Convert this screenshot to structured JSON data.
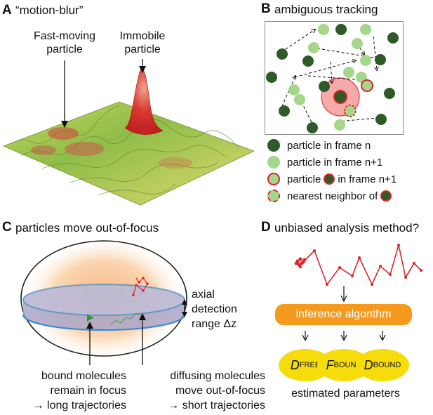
{
  "panel_a": {
    "letter": "A",
    "title": "“motion-blur”",
    "label_fast_line1": "Fast-moving",
    "label_fast_line2": "particle",
    "label_immobile_line1": "Immobile",
    "label_immobile_line2": "particle"
  },
  "panel_b": {
    "letter": "B",
    "title": "ambiguous tracking",
    "legend": {
      "item1": "particle in frame n",
      "item2": "particle in frame n+1",
      "item3_pre": "particle",
      "item3_post": "in frame n+1",
      "item4_pre": "nearest neighbor of"
    },
    "colors": {
      "dark": "#2d5a26",
      "light": "#a6d68a",
      "red": "#d8262a"
    }
  },
  "panel_c": {
    "letter": "C",
    "title": "particles move out-of-focus",
    "axial_line1": "axial",
    "axial_line2": "detection",
    "axial_line3": "range Δz",
    "bound_line1": "bound molecules",
    "bound_line2": "remain in focus",
    "bound_line3": "→ long trajectories",
    "diff_line1": "diffusing molecules",
    "diff_line2": "move out-of-focus",
    "diff_line3": "→ short trajectories"
  },
  "panel_d": {
    "letter": "D",
    "title": "unbiased analysis method?",
    "algorithm": "inference algorithm",
    "p1_main": "D",
    "p1_sub": "FREE",
    "p2_main": "F",
    "p2_sub": "BOUND",
    "p3_main": "D",
    "p3_sub": "BOUND",
    "footer": "estimated parameters"
  }
}
